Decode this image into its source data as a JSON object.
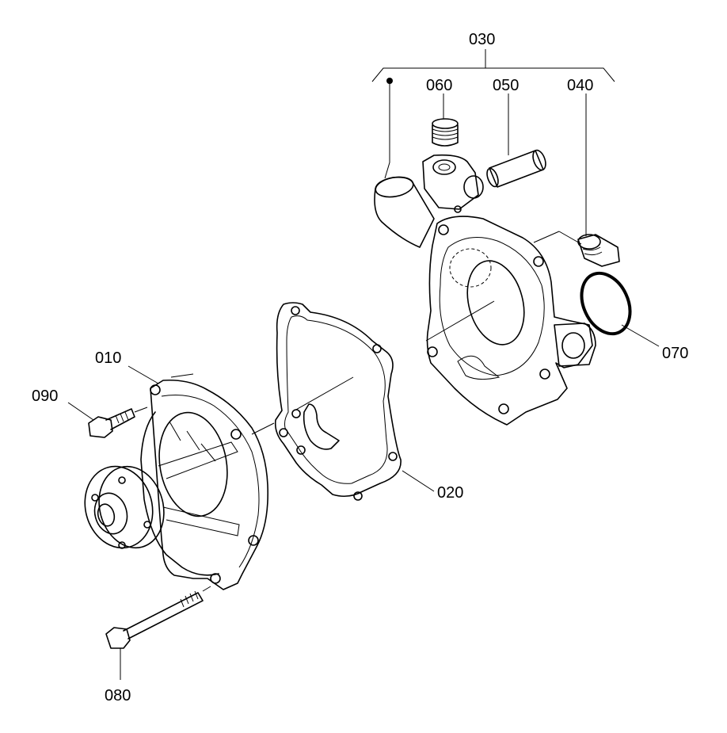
{
  "labels": {
    "p010": "010",
    "p020": "020",
    "p030": "030",
    "p040": "040",
    "p050": "050",
    "p060": "060",
    "p070": "070",
    "p080": "080",
    "p090": "090"
  }
}
